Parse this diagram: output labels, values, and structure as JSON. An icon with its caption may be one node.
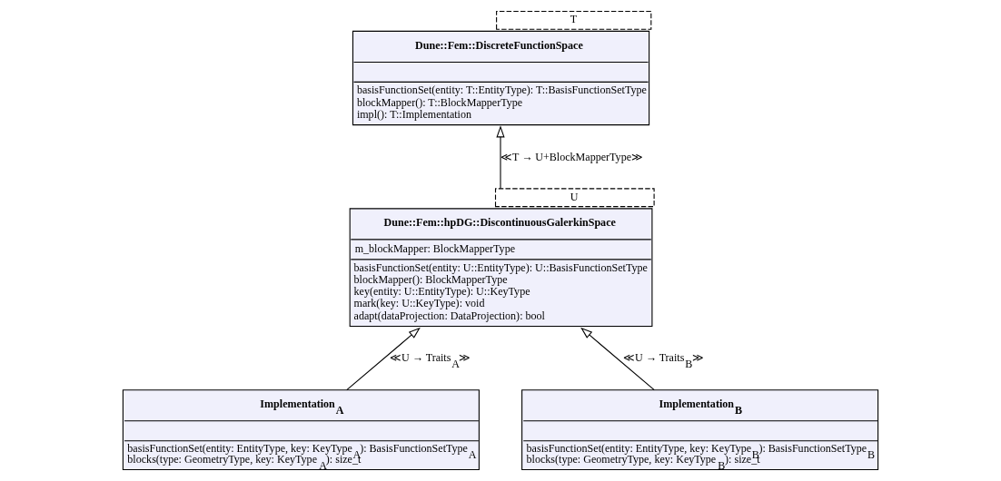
{
  "diagram": {
    "nodes": [
      {
        "text": [
          "Dune::Fem::DiscreteFunctionSpace",
          "basisFunctionSet(entity: T::EntityType): T::BasisFunctionSetType",
          "blockMapper(): T::BlockMapperType",
          "impl(): T::Implementation"
        ],
        "beside": [
          "T"
        ]
      },
      {
        "text": [
          "Dune::Fem::hpDG::DiscontinuousGalerkinSpace",
          "m_blockMapper: BlockMapperType",
          "basisFunctionSet(entity: U::EntityType): U::BasisFunctionSetType",
          "blockMapper(): BlockMapperType",
          "key(entity: U::EntityType): U::KeyType",
          "mark(key: U::KeyType): void",
          "adapt(dataProjection: DataProjection): bool"
        ],
        "beside": [
          "U"
        ]
      },
      {
        "text": [
          "Implementation$_{A}$",
          "basisFunctionSet(entity: EntityType, key: KeyType$_{A}$): BasisFunctionSetType$_{A}$",
          "blocks(type: GeometryType, key: KeyType$_{A}$): size_t"
        ]
      },
      {
        "text": [
          "Implementation$_{B}$",
          "basisFunctionSet(entity: EntityType, key: KeyType$_{B}$): BasisFunctionSetType$_{B}$",
          "blocks(type: GeometryType, key: KeyType$_{B}$): size_t"
        ]
      }
    ],
    "edges": [
      {
        "from": 1,
        "to": 0,
        "arrow": "to",
        "label": "≪T → U+BlockMapperType≫"
      },
      {
        "from": 2,
        "to": 1,
        "arrow": "to",
        "label": "≪U → Traits$_{A}$≫"
      },
      {
        "from": 3,
        "to": 1,
        "arrow": "to",
        "label": "≪U → Traits$_{B}$≫"
      }
    ]
  }
}
